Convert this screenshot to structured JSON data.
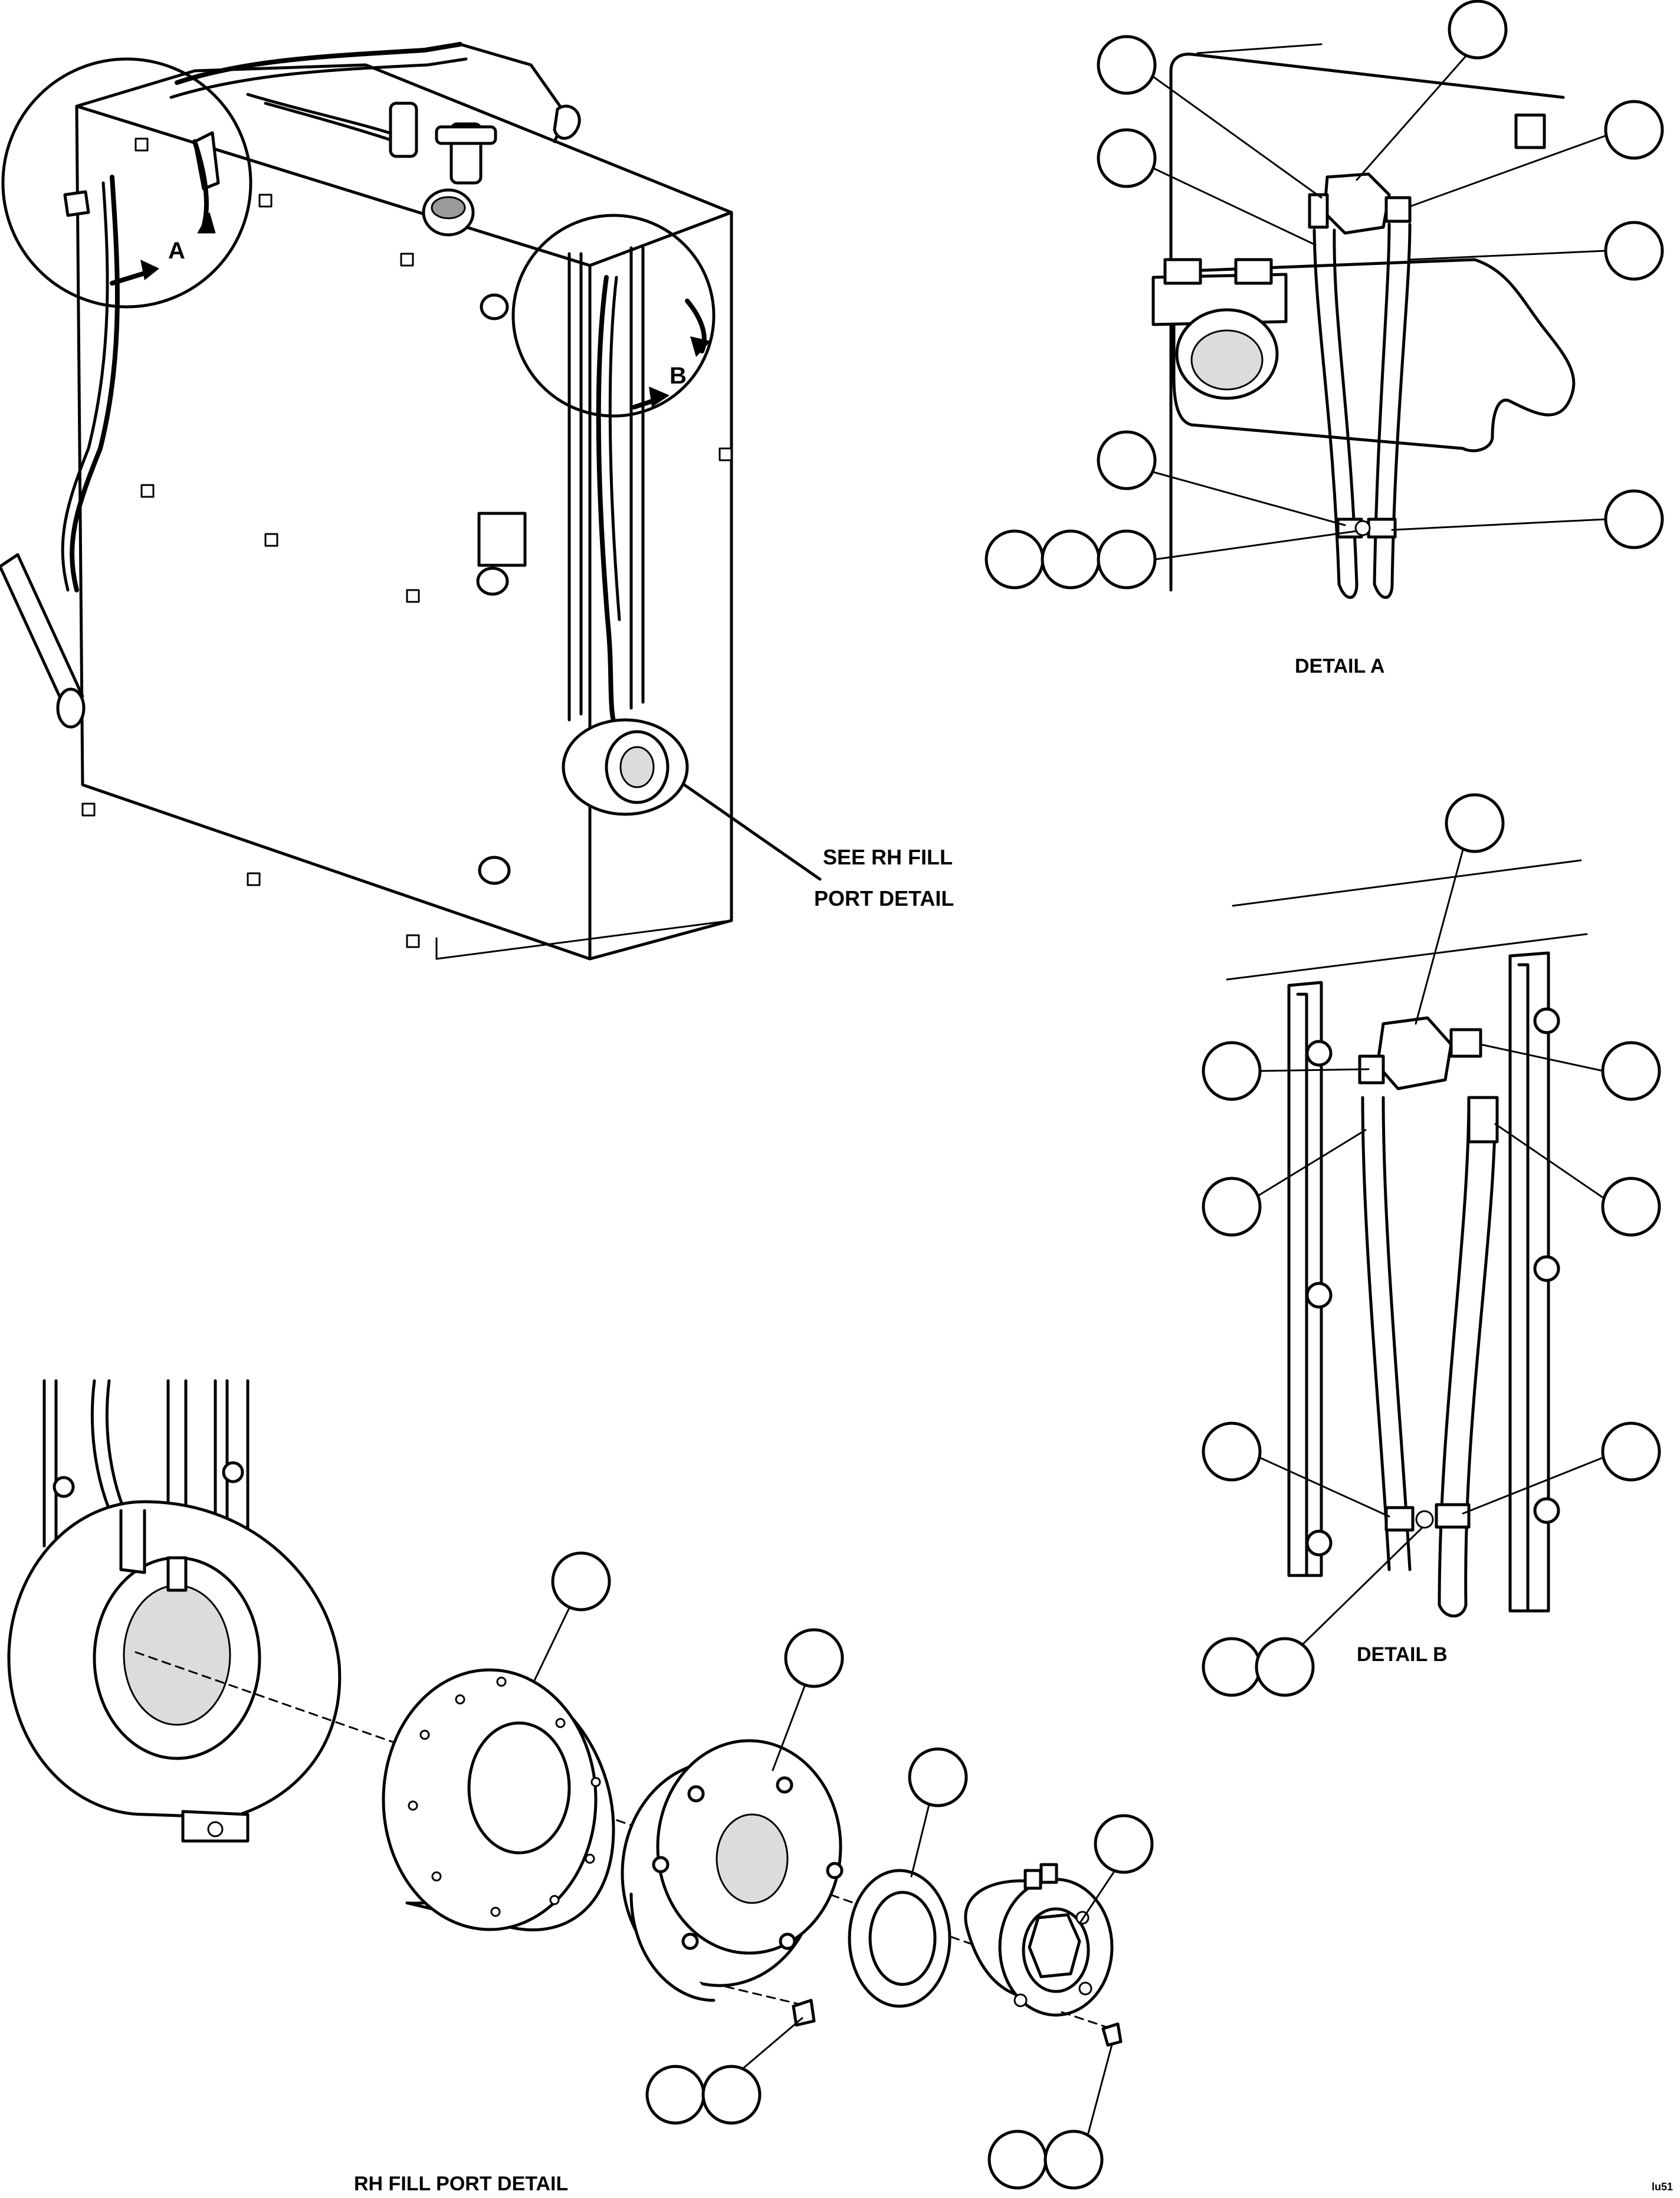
{
  "drawing": {
    "view_letters": {
      "a": "A",
      "b": "B"
    },
    "see_note": {
      "line1": "SEE RH FILL",
      "line2": "PORT DETAIL"
    },
    "detail_a_title": "DETAIL A",
    "detail_b_title": "DETAIL B",
    "rh_fill_title": "RH FILL PORT DETAIL",
    "sheet_code": "lu51"
  }
}
